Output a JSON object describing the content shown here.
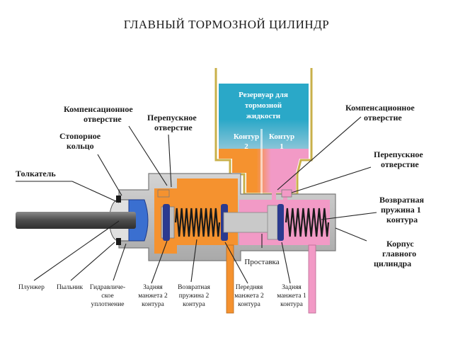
{
  "title": "ГЛАВНЫЙ ТОРМОЗНОЙ ЦИЛИНДР",
  "reservoir": {
    "lines": [
      "Резервуар для",
      "тормозной",
      "жидкости"
    ],
    "circuit_label": "Контур",
    "circuit_1": "1",
    "circuit_2": "2"
  },
  "labels": {
    "comp_left": [
      "Компенсационное",
      "отверстие"
    ],
    "bypass_left": [
      "Перепускное",
      "отверстие"
    ],
    "stop_ring": [
      "Стопорное",
      "кольцо"
    ],
    "pusher": "Толкатель",
    "comp_right": [
      "Компенсационное",
      "отверстие"
    ],
    "bypass_right": [
      "Перепускное",
      "отверстие"
    ],
    "return_spring_1": [
      "Возвратная",
      "пружина 1",
      "контура"
    ],
    "body": [
      "Корпус",
      "главного",
      "цилиндра"
    ],
    "spacer": "Проставка",
    "plunger": "Плунжер",
    "boot": "Пыльник",
    "hydro_seal": [
      "Гидравличе-",
      "ское",
      "уплотнение"
    ],
    "rear_cuff_2": [
      "Задняя",
      "манжета 2",
      "контура"
    ],
    "return_spring_2": [
      "Возвратная",
      "пружина 2",
      "контура"
    ],
    "front_cuff_2": [
      "Передняя",
      "манжета 2",
      "контура"
    ],
    "rear_cuff_1": [
      "Задняя",
      "манжета 1",
      "контура"
    ]
  },
  "colors": {
    "circuit_2": "#f5922f",
    "circuit_1": "#f29ac6",
    "reservoir_top": "#2aa8c8",
    "body_gray": "#bdbdbd",
    "seal_blue": "#2b3a8f",
    "rod_gray": "#5a5a5a"
  }
}
